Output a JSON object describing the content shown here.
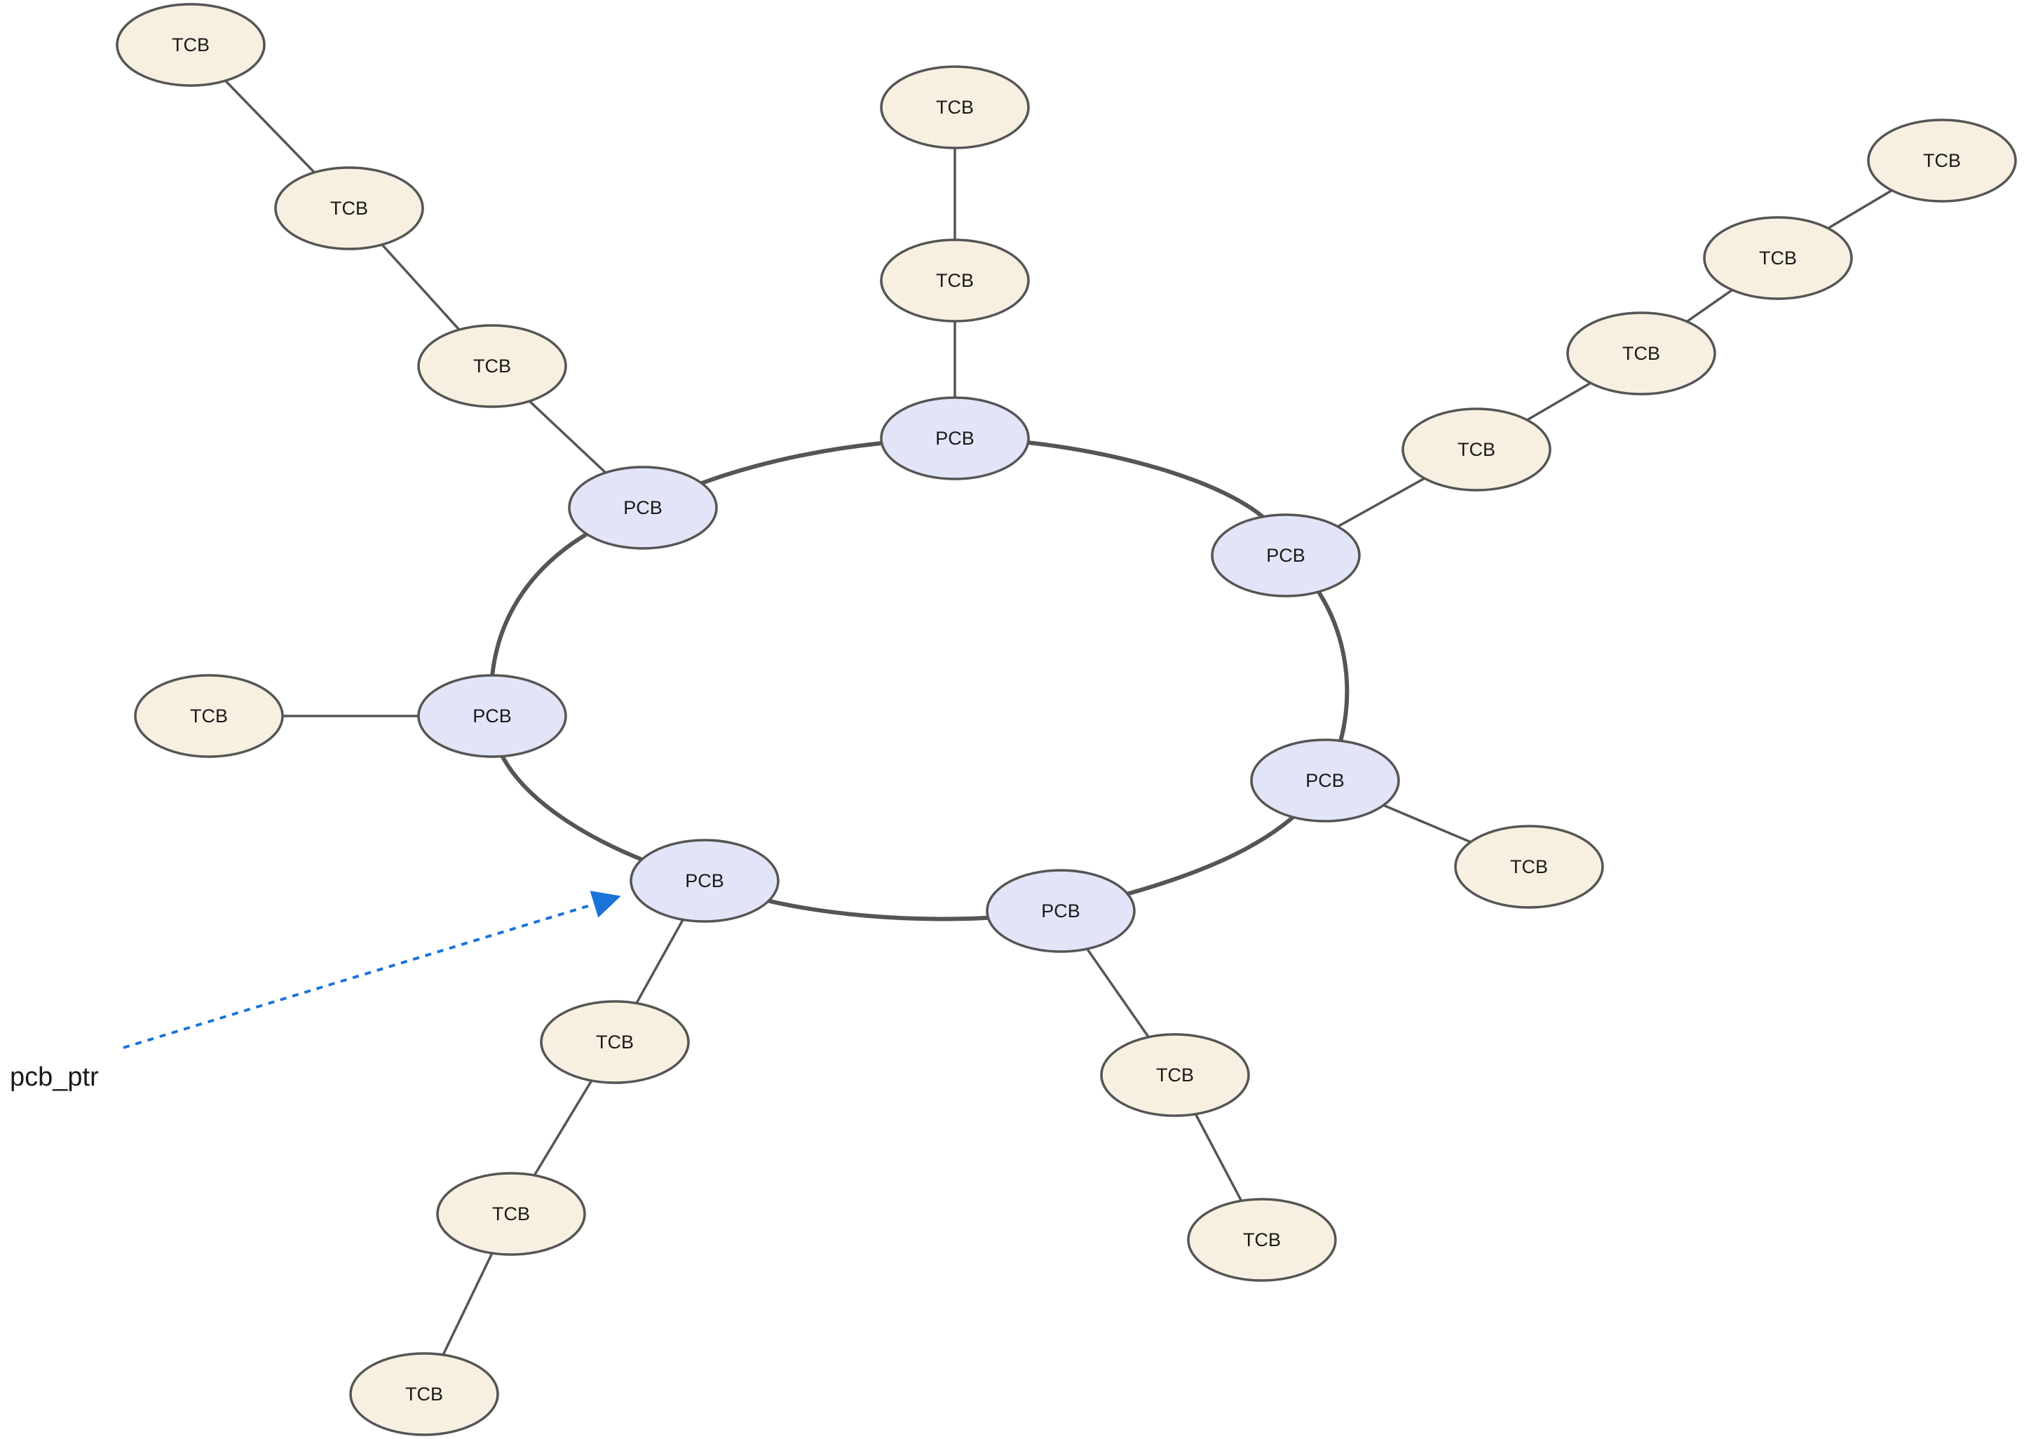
{
  "pointer": {
    "label": "pcb_ptr",
    "color": "#1a73d8"
  },
  "colors": {
    "pcb_fill": "#e2e5f7",
    "tcb_fill": "#f7f0e0",
    "stroke": "#555555",
    "ring": "#555555"
  },
  "pcbs": [
    {
      "id": "pcb-1",
      "label": "PCB"
    },
    {
      "id": "pcb-2",
      "label": "PCB"
    },
    {
      "id": "pcb-3",
      "label": "PCB"
    },
    {
      "id": "pcb-4",
      "label": "PCB"
    },
    {
      "id": "pcb-5",
      "label": "PCB"
    },
    {
      "id": "pcb-6",
      "label": "PCB"
    },
    {
      "id": "pcb-7",
      "label": "PCB"
    }
  ],
  "tcbs": [
    {
      "id": "tcb-1",
      "label": "TCB",
      "parent": "pcb-1"
    },
    {
      "id": "tcb-2",
      "label": "TCB",
      "parent": "tcb-1"
    },
    {
      "id": "tcb-3",
      "label": "TCB",
      "parent": "pcb-2"
    },
    {
      "id": "tcb-4",
      "label": "TCB",
      "parent": "tcb-3"
    },
    {
      "id": "tcb-5",
      "label": "TCB",
      "parent": "tcb-4"
    },
    {
      "id": "tcb-6",
      "label": "TCB",
      "parent": "tcb-5"
    },
    {
      "id": "tcb-7",
      "label": "TCB",
      "parent": "pcb-3"
    },
    {
      "id": "tcb-8",
      "label": "TCB",
      "parent": "pcb-4"
    },
    {
      "id": "tcb-9",
      "label": "TCB",
      "parent": "tcb-8"
    },
    {
      "id": "tcb-10",
      "label": "TCB",
      "parent": "pcb-5"
    },
    {
      "id": "tcb-11",
      "label": "TCB",
      "parent": "tcb-10"
    },
    {
      "id": "tcb-12",
      "label": "TCB",
      "parent": "tcb-11"
    },
    {
      "id": "tcb-13",
      "label": "TCB",
      "parent": "pcb-6"
    },
    {
      "id": "tcb-14",
      "label": "TCB",
      "parent": "pcb-7"
    },
    {
      "id": "tcb-15",
      "label": "TCB",
      "parent": "tcb-14"
    },
    {
      "id": "tcb-16",
      "label": "TCB",
      "parent": "tcb-15"
    }
  ]
}
